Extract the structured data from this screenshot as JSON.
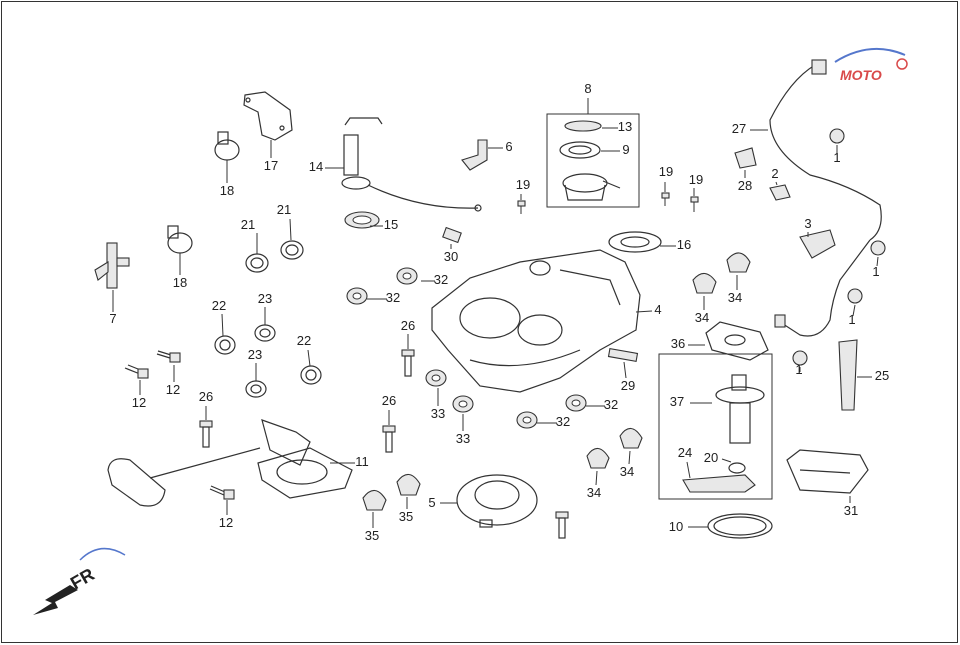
{
  "diagram": {
    "callouts": [
      "1",
      "1",
      "1",
      "1",
      "2",
      "3",
      "4",
      "5",
      "6",
      "7",
      "8",
      "9",
      "10",
      "11",
      "12",
      "12",
      "12",
      "13",
      "14",
      "15",
      "16",
      "17",
      "18",
      "18",
      "19",
      "19",
      "19",
      "20",
      "21",
      "21",
      "22",
      "22",
      "23",
      "23",
      "24",
      "25",
      "26",
      "26",
      "26",
      "27",
      "28",
      "29",
      "30",
      "31",
      "32",
      "32",
      "32",
      "32",
      "33",
      "33",
      "34",
      "34",
      "34",
      "34",
      "35",
      "35",
      "36",
      "37"
    ],
    "watermark": "MOTO",
    "watermark_colors": {
      "primary": "#d94a4a",
      "secondary": "#5577cc"
    },
    "direction_label": "FR",
    "direction_icon": "arrow-down-left-icon"
  }
}
